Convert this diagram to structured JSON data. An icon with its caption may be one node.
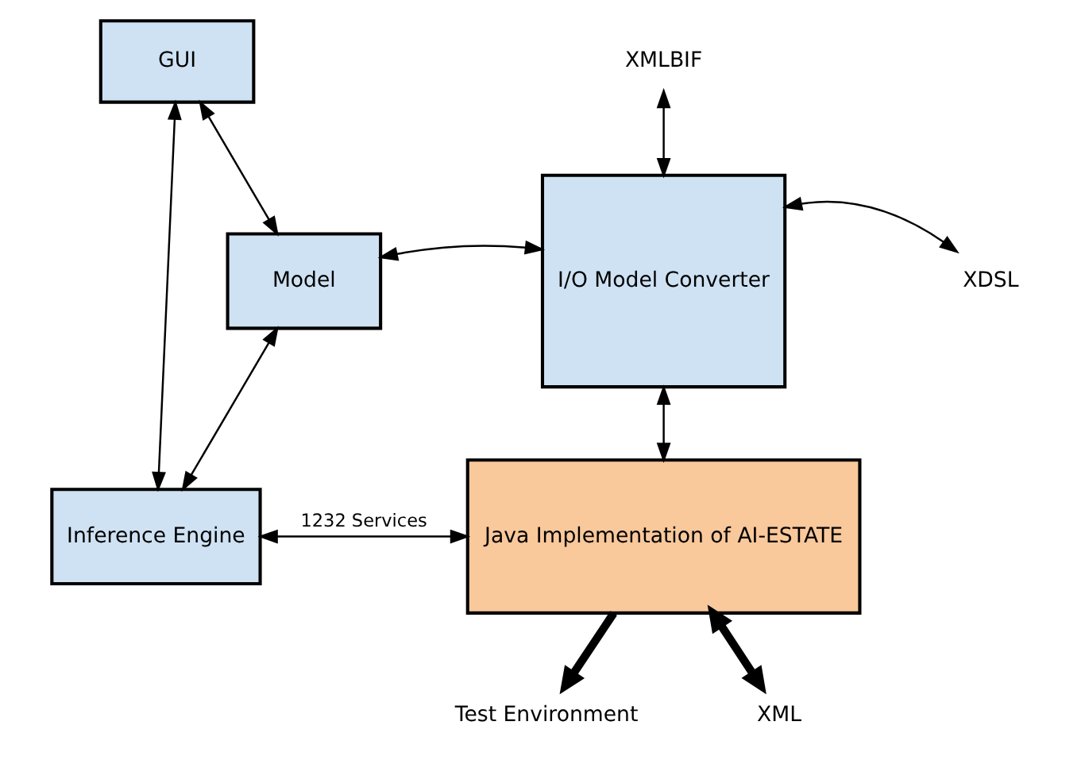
{
  "diagram": {
    "nodes": [
      {
        "text": [
          "GUI"
        ]
      },
      {
        "text": [
          "Model"
        ]
      },
      {
        "text": [
          "I/O Model Converter"
        ]
      },
      {
        "text": [
          "Inference Engine"
        ]
      },
      {
        "text": [
          "Java Implementation of AI-ESTATE"
        ]
      },
      {
        "text": [
          "XMLBIF"
        ]
      },
      {
        "text": [
          "XDSL"
        ]
      },
      {
        "text": [
          "Test Environment"
        ]
      },
      {
        "text": [
          "XML"
        ]
      }
    ],
    "edges": [
      {
        "from": 0,
        "to": 3,
        "arrow": "both"
      },
      {
        "from": 0,
        "to": 1,
        "arrow": "both"
      },
      {
        "from": 1,
        "to": 2,
        "arrow": "both"
      },
      {
        "from": 1,
        "to": 3,
        "arrow": "both"
      },
      {
        "from": 2,
        "to": 5,
        "arrow": "both"
      },
      {
        "from": 2,
        "to": 6,
        "arrow": "both"
      },
      {
        "from": 2,
        "to": 4,
        "arrow": "both"
      },
      {
        "from": 3,
        "to": 4,
        "arrow": "both",
        "label": "1232 Services"
      },
      {
        "from": 4,
        "to": 7,
        "arrow": "to",
        "style": "thick"
      },
      {
        "from": 4,
        "to": 8,
        "arrow": "both",
        "style": "thick"
      }
    ]
  }
}
